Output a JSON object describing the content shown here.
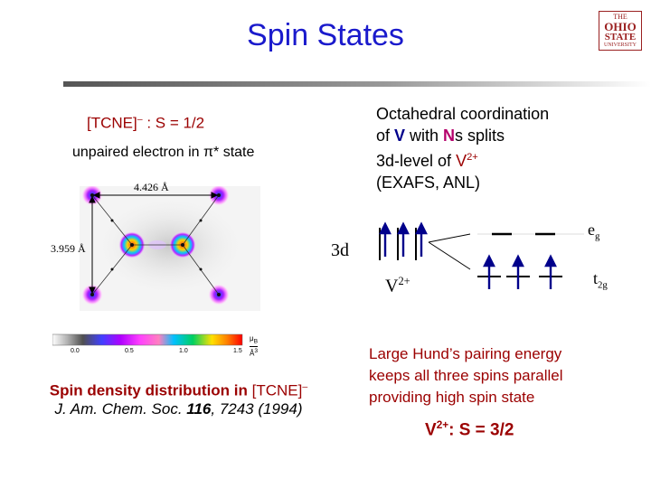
{
  "slide": {
    "title": "Spin States",
    "logo": {
      "line1": "THE",
      "line2": "OHIO",
      "line3": "STATE",
      "line4": "UNIVERSITY"
    },
    "tcne_heading": {
      "formula": "[TCNE]",
      "charge": "–",
      "spin": " :  S = 1/2"
    },
    "unpaired_text": "unpaired electron in π* state",
    "octahedral": {
      "line1": "Octahedral coordination",
      "line2_pre": "of  ",
      "line2_v": "V",
      "line2_mid": " with ",
      "line2_n": "N",
      "line2_post": "s splits",
      "line3_pre": "3d-level of ",
      "line3_v": "V",
      "line3_sup": "2+",
      "line4": "(EXAFS, ANL)"
    },
    "structure_labels": {
      "distance_a": "4.426 Å",
      "distance_b": "3.959 Å"
    },
    "colorbar": {
      "ticks": [
        "0.0",
        "0.5",
        "1.0",
        "1.5"
      ],
      "unit_top": "μ",
      "unit_top_sub": "B",
      "unit_bottom": "Å",
      "unit_bottom_sup": "3"
    },
    "energy_diagram": {
      "level_label": "3d",
      "ion_label": "V",
      "ion_charge": "2+",
      "upper_label": "e",
      "upper_sub": "g",
      "lower_label": "t",
      "lower_sub": "2g"
    },
    "caption": {
      "line1_pre": "Spin density distribution in ",
      "line1_formula": "[TCNE]",
      "line1_charge": "–",
      "line2_journal": "J. Am. Chem. Soc. ",
      "line2_volume": "116",
      "line2_pages": ", 7243 (1994)"
    },
    "hund": {
      "line1": "Large Hund’s pairing energy",
      "line2": "keeps all three spins parallel",
      "line3": "providing high spin state"
    },
    "result": {
      "ion": "V",
      "charge": "2+",
      "spin": ":  S = 3/2"
    },
    "colors": {
      "title": "#1a1acc",
      "accent_red": "#9b0000",
      "vanadium": "#00008b",
      "nitrogen": "#b5006b"
    }
  }
}
